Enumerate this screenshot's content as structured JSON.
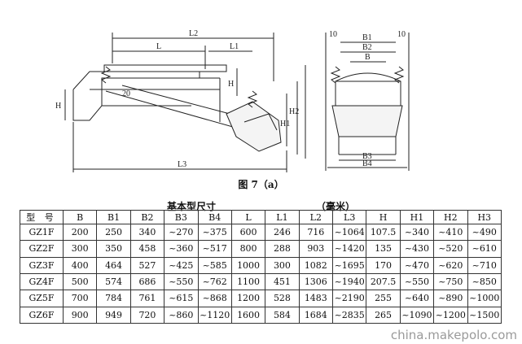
{
  "drawing": {
    "labels": {
      "L2": "L2",
      "L": "L",
      "L1": "L1",
      "H_left": "H",
      "H_mid": "H",
      "H1": "H1",
      "H2": "H2",
      "L3": "L3",
      "B1": "B1",
      "B2": "B2",
      "B": "B",
      "B3": "B3",
      "B4": "B4",
      "angle_left": "10",
      "angle_right": "10",
      "angle_body": "20"
    }
  },
  "caption": "图 7（a）",
  "table": {
    "title": "基本型尺寸",
    "unit": "（毫米）",
    "headers": [
      "型 号",
      "B",
      "B1",
      "B2",
      "B3",
      "B4",
      "L",
      "L1",
      "L2",
      "L3",
      "H",
      "H1",
      "H2",
      "H3"
    ],
    "rows": [
      [
        "GZ1F",
        "200",
        "250",
        "340",
        "~270",
        "~375",
        "600",
        "246",
        "716",
        "~1064",
        "107.5",
        "~340",
        "~410",
        "~490"
      ],
      [
        "GZ2F",
        "300",
        "350",
        "458",
        "~360",
        "~517",
        "800",
        "288",
        "903",
        "~1420",
        "135",
        "~430",
        "~520",
        "~610"
      ],
      [
        "GZ3F",
        "400",
        "464",
        "527",
        "~425",
        "~585",
        "1000",
        "300",
        "1082",
        "~1695",
        "170",
        "~470",
        "~620",
        "~710"
      ],
      [
        "GZ4F",
        "500",
        "574",
        "686",
        "~550",
        "~762",
        "1100",
        "451",
        "1306",
        "~1940",
        "207.5",
        "~550",
        "~750",
        "~850"
      ],
      [
        "GZ5F",
        "700",
        "784",
        "761",
        "~615",
        "~868",
        "1200",
        "528",
        "1483",
        "~2190",
        "255",
        "~640",
        "~890",
        "~1000"
      ],
      [
        "GZ6F",
        "900",
        "949",
        "720",
        "~860",
        "~1120",
        "1600",
        "584",
        "1684",
        "~2835",
        "265",
        "~1090",
        "~1200",
        "~1500"
      ]
    ]
  },
  "watermark": "china.makepolo.com"
}
